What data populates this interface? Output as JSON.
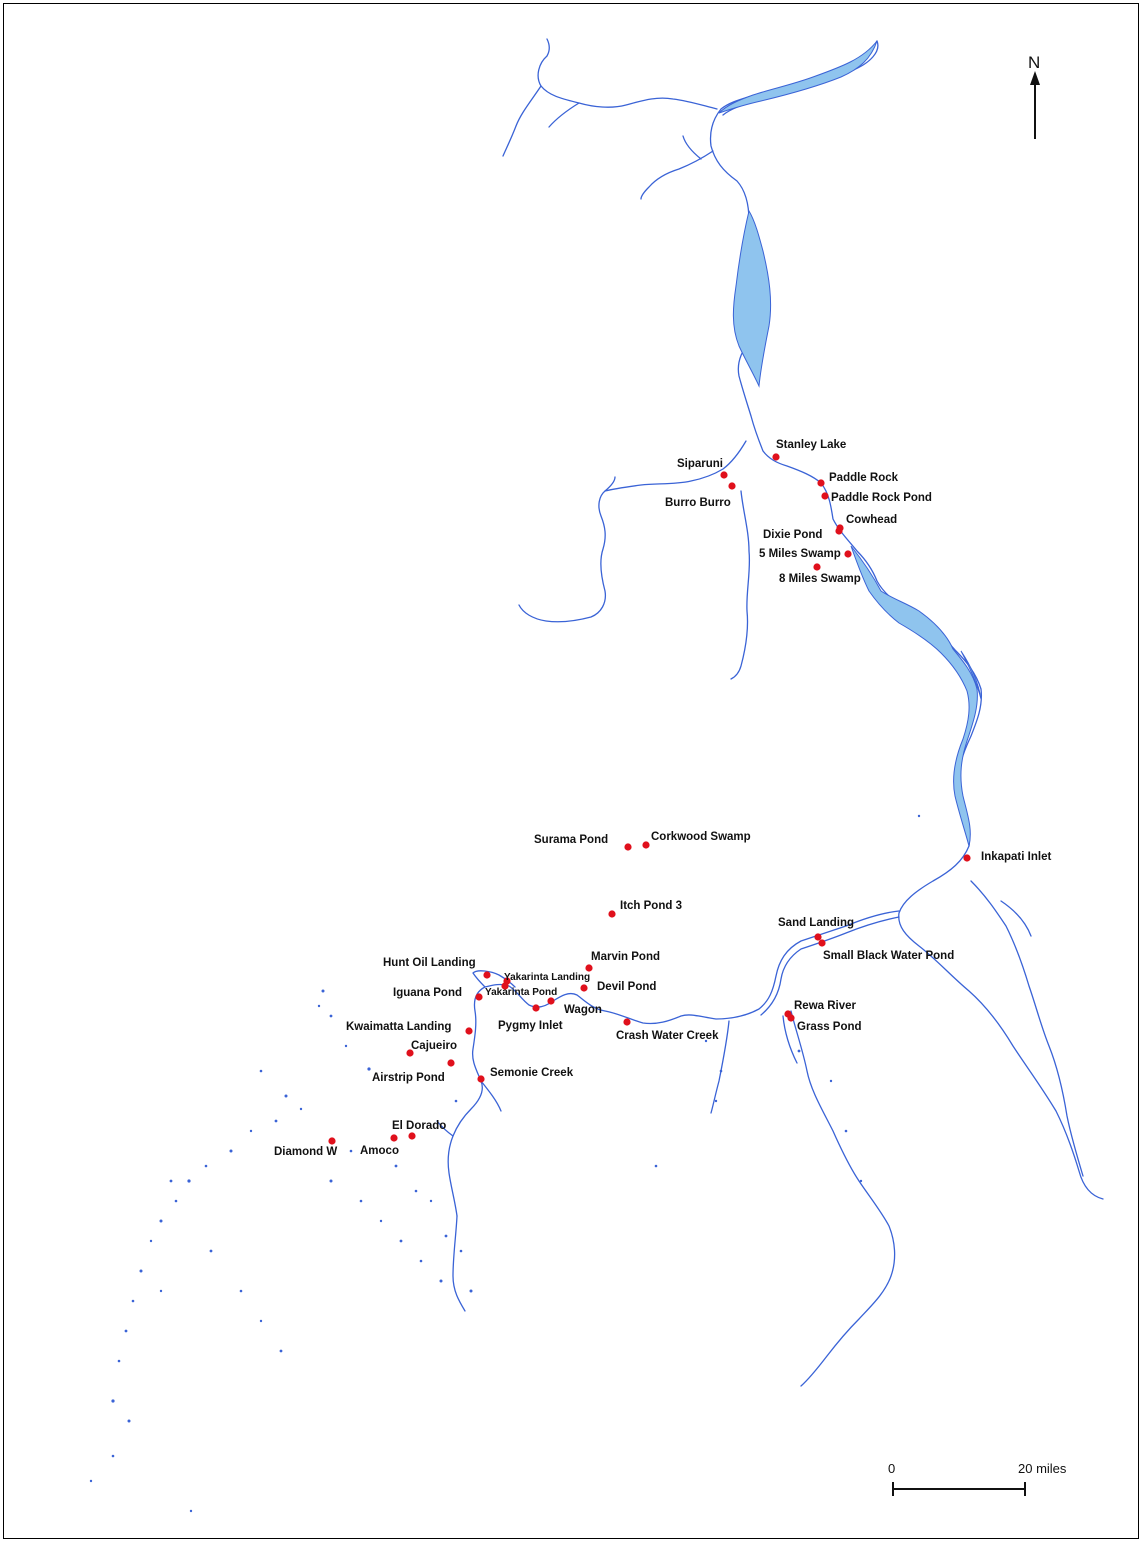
{
  "map": {
    "north_label": "N",
    "scale": {
      "start_label": "0",
      "end_label": "20 miles"
    },
    "colors": {
      "river_stroke": "#3a63d6",
      "river_fill": "#8fc4ee",
      "site_marker": "#e0101c",
      "label": "#111111"
    },
    "sites": [
      {
        "name": "Stanley Lake"
      },
      {
        "name": "Siparuni"
      },
      {
        "name": "Paddle Rock"
      },
      {
        "name": "Paddle Rock Pond"
      },
      {
        "name": "Burro Burro"
      },
      {
        "name": "Cowhead"
      },
      {
        "name": "Dixie Pond"
      },
      {
        "name": "5 Miles Swamp"
      },
      {
        "name": "8 Miles Swamp"
      },
      {
        "name": "Surama Pond"
      },
      {
        "name": "Corkwood Swamp"
      },
      {
        "name": "Inkapati Inlet"
      },
      {
        "name": "Itch Pond 3"
      },
      {
        "name": "Sand Landing"
      },
      {
        "name": "Small Black Water Pond"
      },
      {
        "name": "Marvin Pond"
      },
      {
        "name": "Hunt Oil Landing"
      },
      {
        "name": "Yakarinta Landing"
      },
      {
        "name": "Devil Pond"
      },
      {
        "name": "Iguana Pond"
      },
      {
        "name": "Yakarinta Pond"
      },
      {
        "name": "Wagon"
      },
      {
        "name": "Rewa River"
      },
      {
        "name": "Pygmy Inlet"
      },
      {
        "name": "Kwaimatta Landing"
      },
      {
        "name": "Crash Water Creek"
      },
      {
        "name": "Grass Pond"
      },
      {
        "name": "Cajueiro"
      },
      {
        "name": "Airstrip Pond"
      },
      {
        "name": "Semonie Creek"
      },
      {
        "name": "El Dorado"
      },
      {
        "name": "Diamond W"
      },
      {
        "name": "Amoco"
      }
    ]
  }
}
